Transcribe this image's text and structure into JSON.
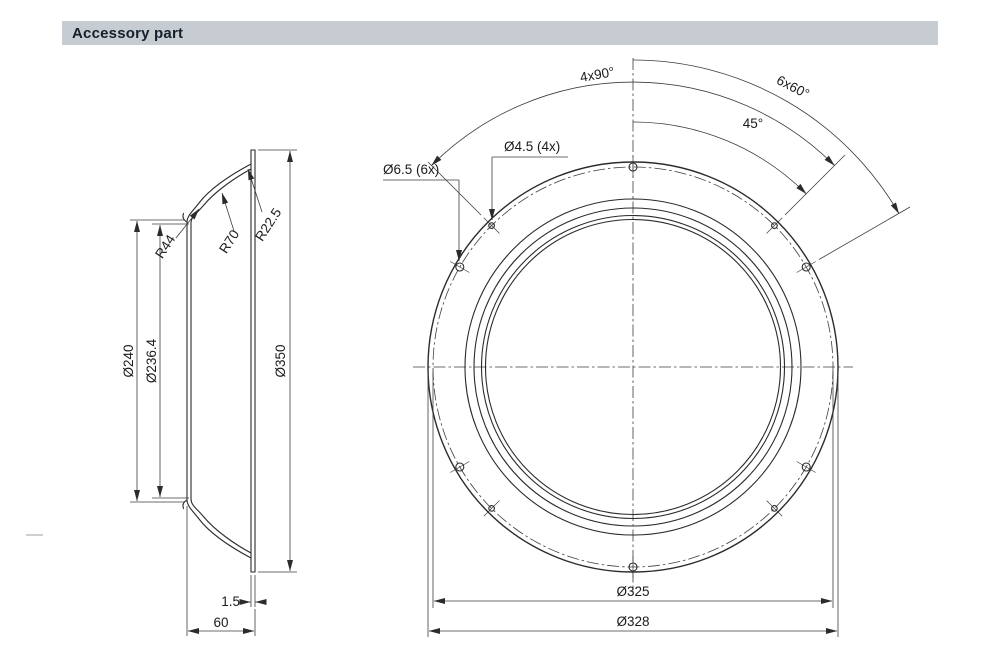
{
  "header": {
    "title": "Accessory part"
  },
  "side_view": {
    "dia_350": "Ø350",
    "dia_240": "Ø240",
    "dia_236_4": "Ø236.4",
    "radius_44": "R44",
    "radius_70": "R70",
    "radius_22_5": "R22.5",
    "thickness": "1.5",
    "depth": "60"
  },
  "front_view": {
    "holes_6x": "Ø6.5 (6x)",
    "holes_4x": "Ø4.5 (4x)",
    "angle_4x90": "4x90°",
    "angle_6x60": "6x60°",
    "angle_45": "45°",
    "dia_325": "Ø325",
    "dia_328": "Ø328"
  },
  "colors": {
    "line": "#2b2b2b",
    "header_bg": "#c7ccd2",
    "header_text": "#15202b"
  }
}
